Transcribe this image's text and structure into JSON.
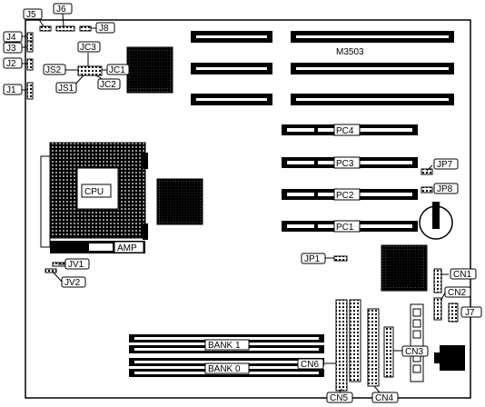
{
  "board_model": "M3503",
  "slot_labels": {
    "pc4": "PC4",
    "pc3": "PC3",
    "pc2": "PC2",
    "pc1": "PC1"
  },
  "cpu_label": "CPU",
  "amp_label": "AMP",
  "banks": {
    "bank1": "BANK 1",
    "bank0": "BANK 0"
  },
  "jumpers": {
    "j1": "J1",
    "j2": "J2",
    "j3": "J3",
    "j4": "J4",
    "j5": "J5",
    "j6": "J6",
    "j7": "J7",
    "j8": "J8",
    "jc1": "JC1",
    "jc2": "JC2",
    "jc3": "JC3",
    "js1": "JS1",
    "js2": "JS2",
    "jp1": "JP1",
    "jp7": "JP7",
    "jp8": "JP8",
    "jv1": "JV1",
    "jv2": "JV2"
  },
  "connectors": {
    "cn1": "CN1",
    "cn2": "CN2",
    "cn3": "CN3",
    "cn4": "CN4",
    "cn5": "CN5",
    "cn6": "CN6"
  }
}
